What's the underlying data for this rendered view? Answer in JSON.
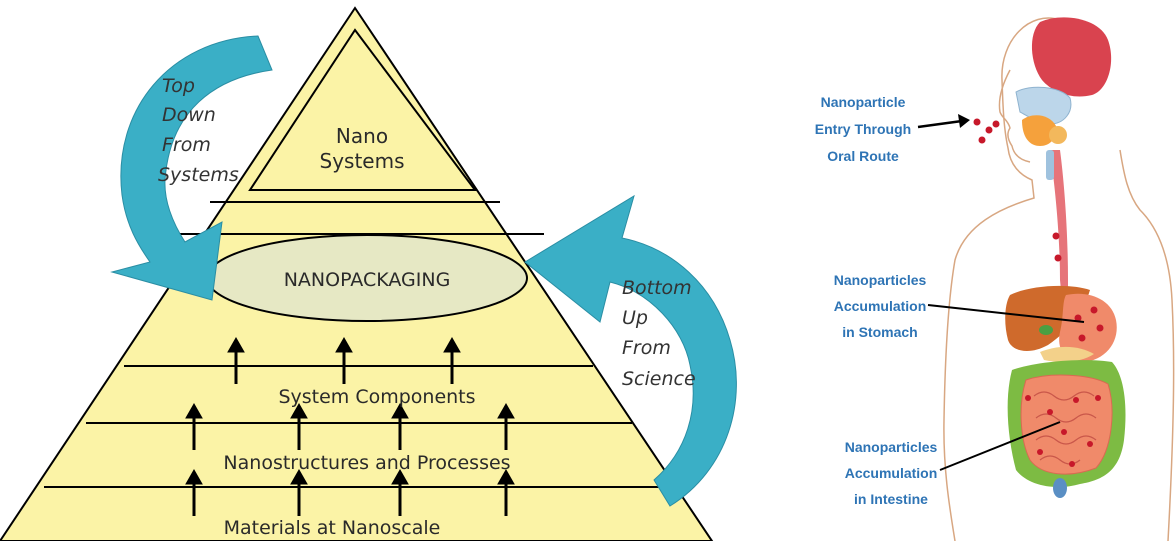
{
  "pyramid": {
    "top_line1": "Nano",
    "top_line2": "Systems",
    "center": "NANOPACKAGING",
    "tier_components": "System Components",
    "tier_processes": "Nanostructures and Processes",
    "tier_materials": "Materials at Nanoscale",
    "fill_color": "#fbf3a6",
    "oval_color": "#e6e8c4",
    "arrow_color": "#3aafc6"
  },
  "top_down_label": [
    "Top",
    "Down",
    "From",
    "Systems"
  ],
  "bottom_up_label": [
    "Bottom",
    "Up",
    "From",
    "Science"
  ],
  "body_labels": {
    "oral": [
      "Nanoparticle",
      "Entry Through",
      "Oral Route"
    ],
    "stomach": [
      "Nanoparticles",
      "Accumulation",
      "in Stomach"
    ],
    "intestine": [
      "Nanoparticles",
      "Accumulation",
      "in Intestine"
    ],
    "label_color": "#2e74b5"
  }
}
